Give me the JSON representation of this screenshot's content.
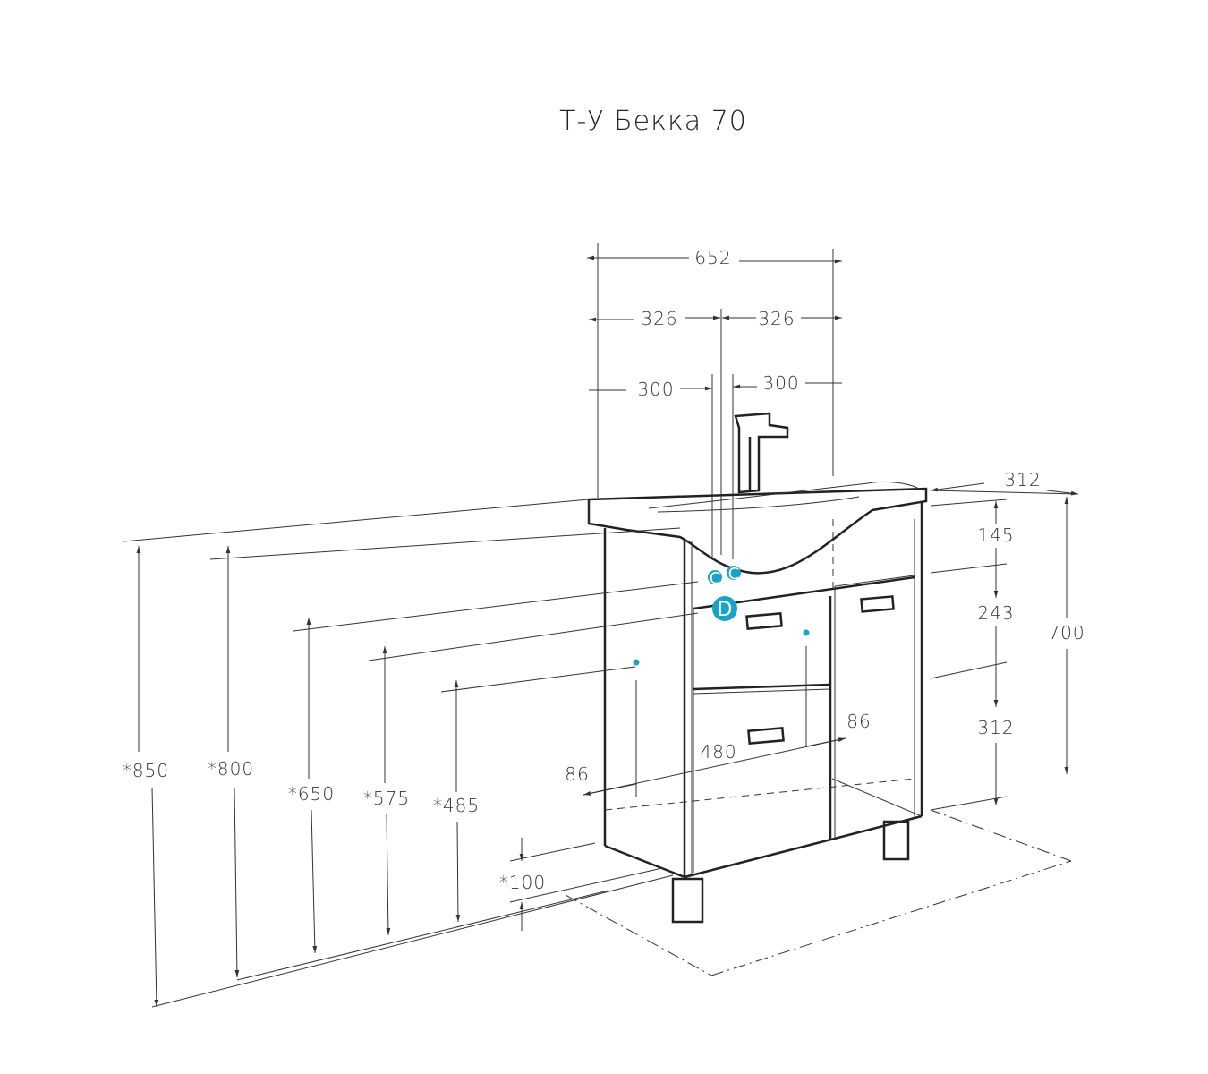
{
  "title": "Т-У Бекка 70",
  "dimensions": {
    "total_width": "652",
    "half_left": "326",
    "half_right": "326",
    "inlet_left": "300",
    "inlet_right": "300",
    "depth": "312",
    "height_700": "700",
    "h145": "145",
    "h243": "243",
    "h312": "312",
    "h850": "*850",
    "h800": "*800",
    "h650": "*650",
    "h575": "*575",
    "h485": "*485",
    "h100": "*100",
    "w480": "480",
    "offset_left": "86",
    "offset_right": "86"
  },
  "markers": {
    "cold": "C",
    "hot": "C",
    "drain": "D"
  },
  "colors": {
    "marker": "#1aa3c8",
    "line": "#222222"
  }
}
